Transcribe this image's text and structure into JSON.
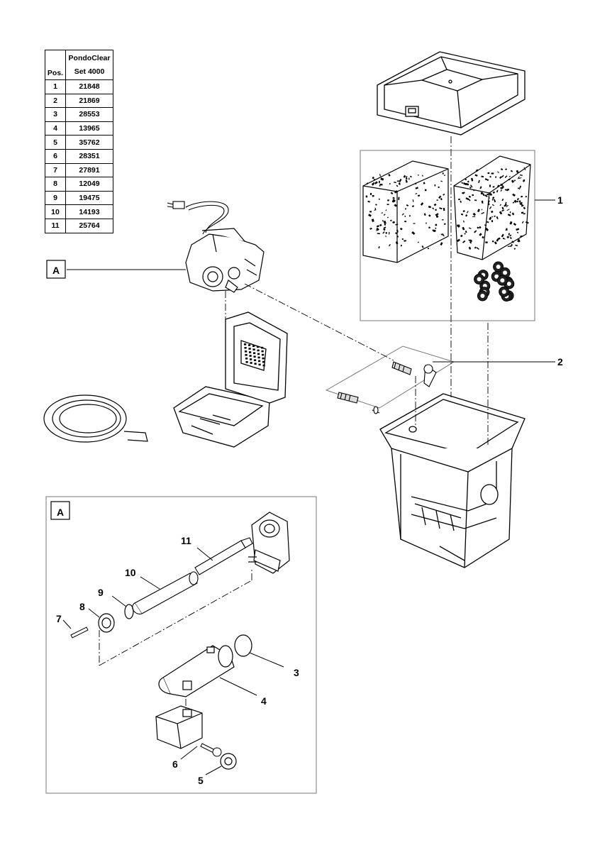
{
  "table": {
    "header_pos": "Pos.",
    "header_name_line1": "PondoClear",
    "header_name_line2": "Set 4000",
    "rows": [
      {
        "pos": "1",
        "part": "21848"
      },
      {
        "pos": "2",
        "part": "21869"
      },
      {
        "pos": "3",
        "part": "28553"
      },
      {
        "pos": "4",
        "part": "13965"
      },
      {
        "pos": "5",
        "part": "35762"
      },
      {
        "pos": "6",
        "part": "28351"
      },
      {
        "pos": "7",
        "part": "27891"
      },
      {
        "pos": "8",
        "part": "12049"
      },
      {
        "pos": "9",
        "part": "19475"
      },
      {
        "pos": "10",
        "part": "14193"
      },
      {
        "pos": "11",
        "part": "25764"
      }
    ]
  },
  "callouts": {
    "ref_a": "A",
    "detail_a": "A",
    "c1": "1",
    "c2": "2",
    "c3": "3",
    "c4": "4",
    "c5": "5",
    "c6": "6",
    "c7": "7",
    "c8": "8",
    "c9": "9",
    "c10": "10",
    "c11": "11"
  }
}
